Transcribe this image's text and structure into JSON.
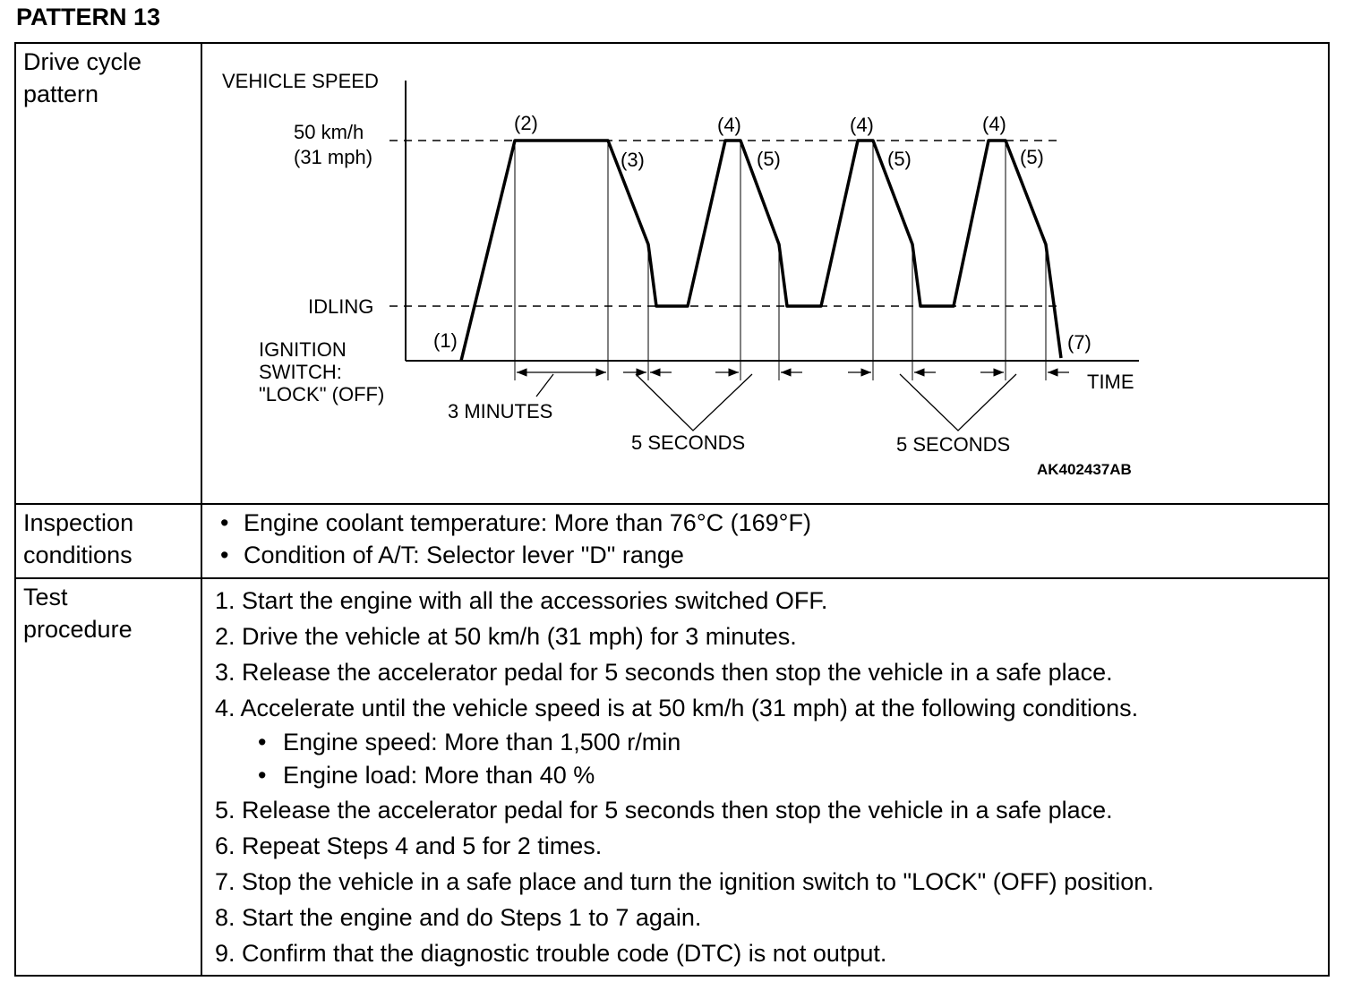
{
  "page_title": "PATTERN 13",
  "rows": {
    "drive_cycle": {
      "label": "Drive cycle\npattern",
      "diagram": {
        "y_axis_label": "VEHICLE SPEED",
        "speed_label_line1": "50 km/h",
        "speed_label_line2": "(31 mph)",
        "idling_label": "IDLING",
        "ignition_line1": "IGNITION",
        "ignition_line2": "SWITCH:",
        "ignition_line3": "\"LOCK\" (OFF)",
        "x_axis_label": "TIME",
        "three_minutes": "3 MINUTES",
        "five_seconds_1": "5 SECONDS",
        "five_seconds_2": "5 SECONDS",
        "figure_code": "AK402437AB",
        "markers": [
          "(1)",
          "(2)",
          "(3)",
          "(4)",
          "(5)",
          "(4)",
          "(5)",
          "(4)",
          "(5)",
          "(7)"
        ]
      }
    },
    "inspection": {
      "label": "Inspection\nconditions",
      "items": [
        "Engine coolant temperature: More than 76°C (169°F)",
        "Condition of A/T: Selector lever \"D\" range"
      ]
    },
    "test_procedure": {
      "label": "Test\nprocedure",
      "steps": [
        {
          "num": "1.",
          "text": "Start the engine with all the accessories switched OFF."
        },
        {
          "num": "2.",
          "text": "Drive the vehicle at 50 km/h (31 mph) for 3 minutes."
        },
        {
          "num": "3.",
          "text": "Release the accelerator pedal for 5 seconds then stop the vehicle in a safe place."
        },
        {
          "num": "4.",
          "text": "Accelerate until the vehicle speed is at 50 km/h (31 mph) at the following conditions."
        },
        {
          "num": "5.",
          "text": "Release the accelerator pedal for 5 seconds then stop the vehicle in a safe place."
        },
        {
          "num": "6.",
          "text": "Repeat Steps 4 and 5 for 2 times."
        },
        {
          "num": "7.",
          "text": "Stop the vehicle in a safe place and turn the ignition switch to \"LOCK\" (OFF) position."
        },
        {
          "num": "8.",
          "text": "Start the engine and do Steps 1 to 7 again."
        },
        {
          "num": "9.",
          "text": "Confirm that the diagnostic trouble code (DTC) is not output."
        }
      ],
      "step4_sub": [
        "Engine speed: More than 1,500 r/min",
        "Engine load: More than 40 %"
      ]
    }
  }
}
